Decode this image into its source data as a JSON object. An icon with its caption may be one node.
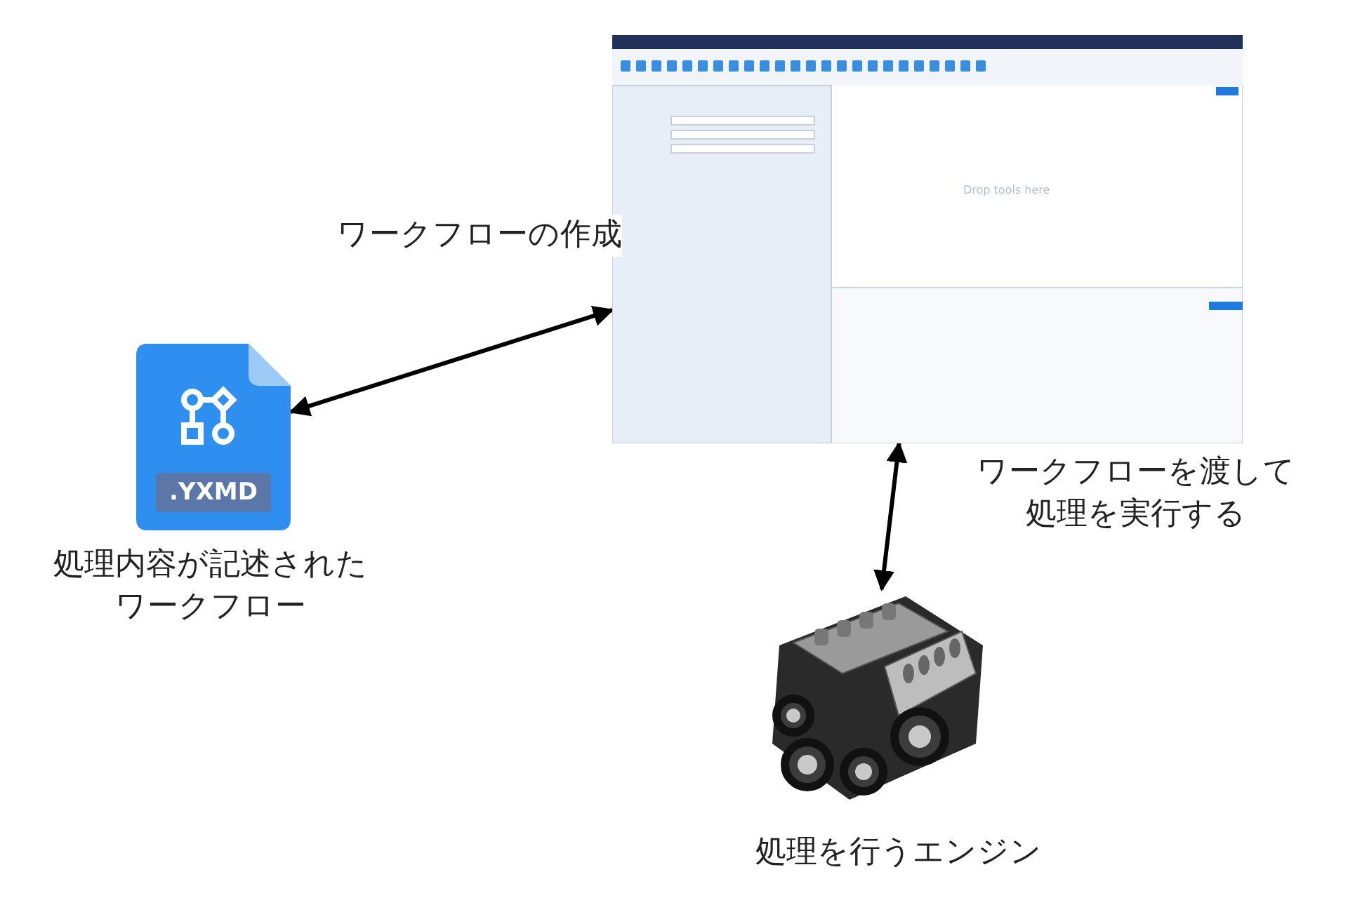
{
  "diagram": {
    "nodes": [
      {
        "text": [
          ".YXMD"
        ],
        "beside": [
          "処理内容が記述されたワークフロー"
        ]
      },
      {
        "text": [
          "Drop tools here"
        ]
      },
      {
        "text": [],
        "shape": "picture",
        "beside": [
          "処理を行うエンジン"
        ]
      }
    ],
    "edges": [
      {
        "from": 0,
        "to": 1,
        "arrow": "both",
        "label": "ワークフローの作成"
      },
      {
        "from": 1,
        "to": 2,
        "arrow": "both",
        "label": "ワークフローを渡して処理を実行する"
      }
    ]
  }
}
